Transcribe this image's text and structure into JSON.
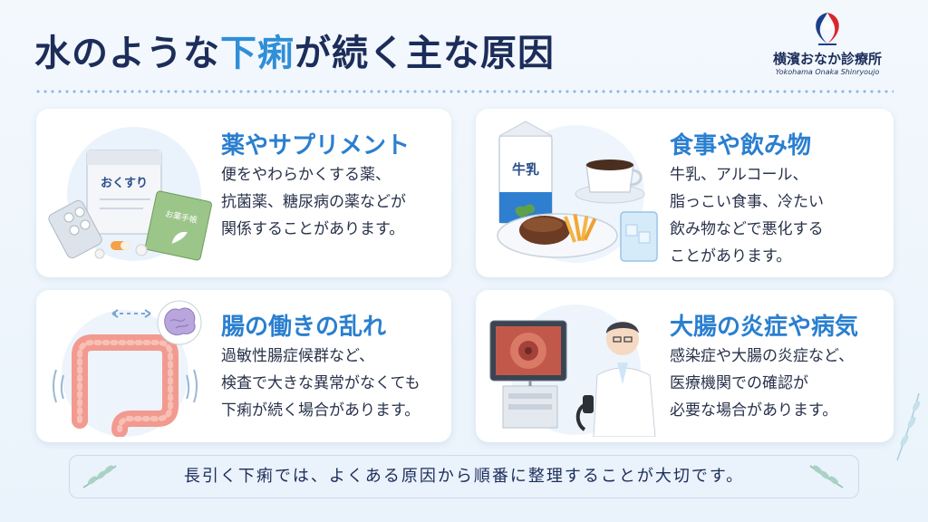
{
  "title": {
    "part1": "水のような",
    "highlight": "下痢",
    "part2": "が続く主な原因"
  },
  "logo": {
    "name": "横濱おなか診療所",
    "sub": "Yokohama Onaka Shinryoujo"
  },
  "cards": [
    {
      "heading": "薬やサプリメント",
      "lines": [
        "便をやわらかくする薬、",
        "抗菌薬、糖尿病の薬などが",
        "関係することがあります。"
      ],
      "labels": [
        "おくすり",
        "お薬手帳"
      ]
    },
    {
      "heading": "食事や飲み物",
      "lines": [
        "牛乳、アルコール、",
        "脂っこい食事、冷たい",
        "飲み物などで悪化する",
        "ことがあります。"
      ],
      "labels": [
        "牛乳"
      ]
    },
    {
      "heading": "腸の働きの乱れ",
      "lines": [
        "過敏性腸症候群など、",
        "検査で大きな異常がなくても",
        "下痢が続く場合があります。"
      ]
    },
    {
      "heading": "大腸の炎症や病気",
      "lines": [
        "感染症や大腸の炎症など、",
        "医療機関での確認が",
        "必要な場合があります。"
      ]
    }
  ],
  "footer": "長引く下痢では、よくある原因から順番に整理することが大切です。",
  "colors": {
    "title": "#1c2d5a",
    "accent": "#2f8fd8",
    "heading": "#2a7fcf"
  }
}
